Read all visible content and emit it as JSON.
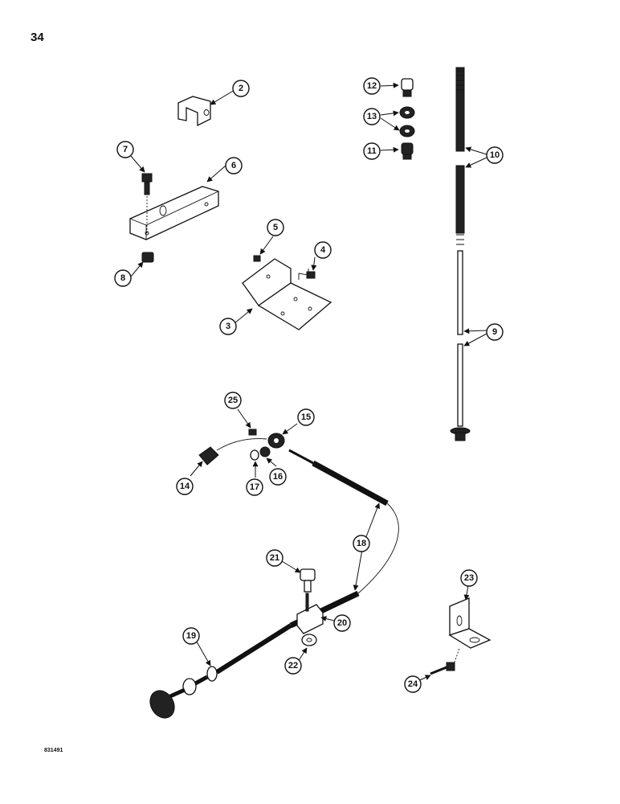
{
  "page": {
    "number": "34",
    "figure_code": "831491"
  },
  "callouts": [
    "2",
    "3",
    "4",
    "5",
    "6",
    "7",
    "8",
    "9",
    "10",
    "11",
    "12",
    "13",
    "14",
    "15",
    "16",
    "17",
    "18",
    "19",
    "20",
    "21",
    "22",
    "23",
    "24",
    "25"
  ]
}
